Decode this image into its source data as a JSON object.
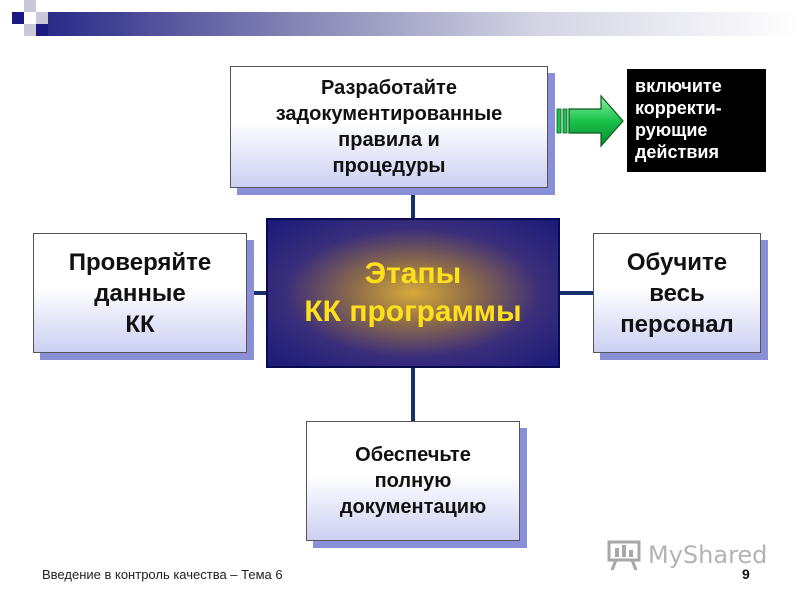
{
  "diagram": {
    "center": "Этапы\nКК программы",
    "top": "Разработайте\nзадокументированные\nправила и\nпроцедуры",
    "left": "Проверяйте\nданные\nКК",
    "right": "Обучите\nвесь\nперсонал",
    "bottom": "Обеспечьте\nполную\nдокументацию",
    "note": "включите\nкорректи-\nрующие\nдействия"
  },
  "footer": {
    "title": "Введение в контроль качества – Тема 6",
    "page_number": "9"
  },
  "watermark": {
    "text": "MyShared",
    "icon": "presentation-board-icon"
  },
  "colors": {
    "navy": "#1a1a80",
    "center_text": "#ffe01a",
    "arrow": "#19c24a",
    "box_shadow": "#8a90d8"
  }
}
